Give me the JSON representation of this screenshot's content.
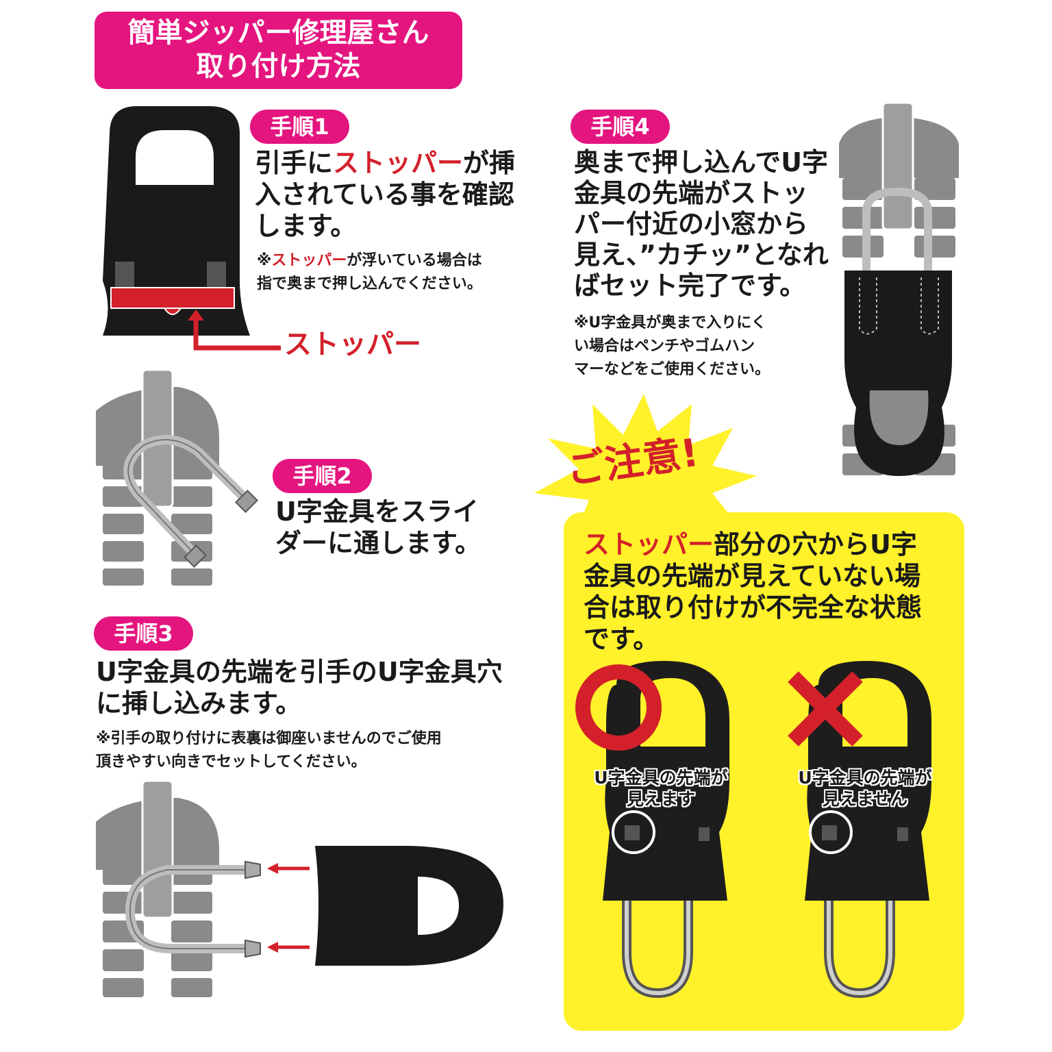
{
  "title": {
    "line1": "簡単ジッパー修理屋さん",
    "line2": "取り付け方法"
  },
  "step1": {
    "badge": "手順1",
    "text_a": "引手に",
    "text_red": "ストッパー",
    "text_b": "が挿",
    "line2": "入されている事を確認",
    "line3": "します。",
    "note_prefix": "※",
    "note_red": "ストッパー",
    "note_rest": "が浮いている場合は",
    "note_line2": "指で奥まで押し込んでください。",
    "stopper_label": "ストッパー"
  },
  "step2": {
    "badge": "手順2",
    "line1": "U字金具をスライ",
    "line2": "ダーに通します。"
  },
  "step3": {
    "badge": "手順3",
    "line1": "U字金具の先端を引手のU字金具穴",
    "line2": "に挿し込みます。",
    "note_line1": "※引手の取り付けに表裏は御座いませんのでご使用",
    "note_line2": "頂きやすい向きでセットしてください。"
  },
  "step4": {
    "badge": "手順4",
    "line1": "奥まで押し込んでU字",
    "line2": "金具の先端がストッ",
    "line3": "パー付近の小窓から",
    "line4": "見え、”カチッ”となれ",
    "line5": "ばセット完了です。",
    "note_line1": "※U字金具が奥まで入りにく",
    "note_line2": "い場合はペンチやゴムハン",
    "note_line3": "マーなどをご使用ください。"
  },
  "caution": {
    "title": "ご注意!",
    "red": "ストッパー",
    "line1_rest": "部分の穴からU字",
    "line2": "金具の先端が見えていない場",
    "line3": "合は取り付けが不完全な状態",
    "line4": "です。",
    "ok_caption_1": "U字金具の先端が",
    "ok_caption_2": "見えます",
    "ng_caption_1": "U字金具の先端が",
    "ng_caption_2": "見えません"
  },
  "colors": {
    "magenta": "#e4157f",
    "red": "#d3202a",
    "yellow": "#fff12a",
    "dark": "#1a1a1a",
    "gray": "#8a8a8a"
  }
}
